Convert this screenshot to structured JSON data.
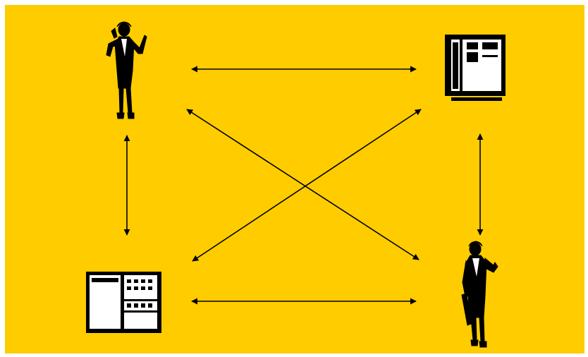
{
  "diagram": {
    "background_color": "#FFCC00",
    "line_color": "#000000",
    "nodes": [
      {
        "id": "person-phone",
        "icon": "businesswoman-on-phone-icon"
      },
      {
        "id": "server-top",
        "icon": "computer-server-icon"
      },
      {
        "id": "terminal-bottom",
        "icon": "computer-terminal-icon"
      },
      {
        "id": "person-briefcase",
        "icon": "businesswoman-with-briefcase-icon"
      }
    ],
    "connections": [
      {
        "from": "person-phone",
        "to": "server-top",
        "direction": "both"
      },
      {
        "from": "person-phone",
        "to": "terminal-bottom",
        "direction": "both"
      },
      {
        "from": "person-phone",
        "to": "person-briefcase",
        "direction": "both"
      },
      {
        "from": "server-top",
        "to": "terminal-bottom",
        "direction": "both"
      },
      {
        "from": "server-top",
        "to": "person-briefcase",
        "direction": "both"
      },
      {
        "from": "terminal-bottom",
        "to": "person-briefcase",
        "direction": "both"
      }
    ]
  }
}
